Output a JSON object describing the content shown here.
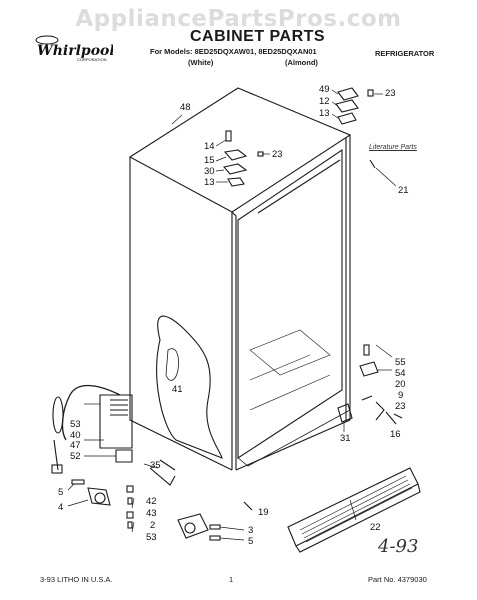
{
  "watermark": "AppliancePartsPros.com",
  "brand": {
    "name": "Whirlpool",
    "sub": "CORPORATION"
  },
  "title": "CABINET PARTS",
  "models_line": "For Models: 8ED25DQXAW01, 8ED25DQXAN01",
  "color_labels": [
    "(White)",
    "(Almond)"
  ],
  "category": "REFRIGERATOR",
  "literature_parts": "Literature Parts",
  "handwritten_note": "4-93",
  "footer": {
    "left": "3-93 LITHO IN U.S.A.",
    "page": "1",
    "right": "Part No. 4379030"
  },
  "callouts": [
    {
      "id": "c48",
      "label": "48"
    },
    {
      "id": "c14",
      "label": "14"
    },
    {
      "id": "c15",
      "label": "15"
    },
    {
      "id": "c30",
      "label": "30"
    },
    {
      "id": "c13a",
      "label": "13"
    },
    {
      "id": "c23a",
      "label": "23"
    },
    {
      "id": "c49",
      "label": "49"
    },
    {
      "id": "c12",
      "label": "12"
    },
    {
      "id": "c13b",
      "label": "13"
    },
    {
      "id": "c23b",
      "label": "23"
    },
    {
      "id": "c21",
      "label": "21"
    },
    {
      "id": "c41",
      "label": "41"
    },
    {
      "id": "c55",
      "label": "55"
    },
    {
      "id": "c54",
      "label": "54"
    },
    {
      "id": "c20",
      "label": "20"
    },
    {
      "id": "c9",
      "label": "9"
    },
    {
      "id": "c23c",
      "label": "23"
    },
    {
      "id": "c31",
      "label": "31"
    },
    {
      "id": "c16",
      "label": "16"
    },
    {
      "id": "c53a",
      "label": "53"
    },
    {
      "id": "c40",
      "label": "40"
    },
    {
      "id": "c47",
      "label": "47"
    },
    {
      "id": "c52",
      "label": "52"
    },
    {
      "id": "c35",
      "label": "35"
    },
    {
      "id": "c5a",
      "label": "5"
    },
    {
      "id": "c4",
      "label": "4"
    },
    {
      "id": "c42",
      "label": "42"
    },
    {
      "id": "c43",
      "label": "43"
    },
    {
      "id": "c2",
      "label": "2"
    },
    {
      "id": "c53b",
      "label": "53"
    },
    {
      "id": "c19",
      "label": "19"
    },
    {
      "id": "c3",
      "label": "3"
    },
    {
      "id": "c5b",
      "label": "5"
    },
    {
      "id": "c22",
      "label": "22"
    }
  ]
}
